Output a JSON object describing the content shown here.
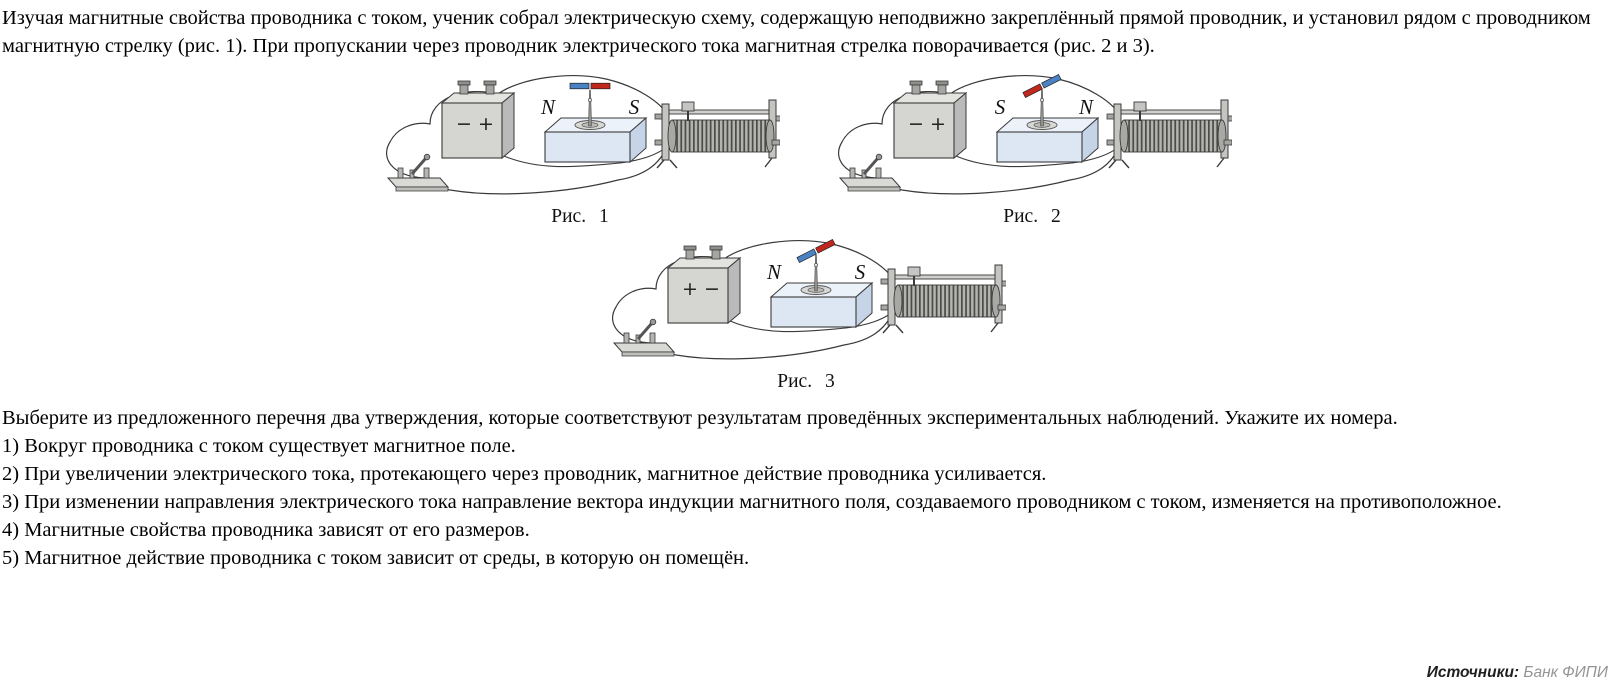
{
  "intro": "Изучая магнитные свойства проводника с током, ученик собрал электрическую схему, содержащую неподвижно закреплённый прямой проводник, и установил рядом с проводником магнитную стрелку (рис. 1). При пропускании через проводник электрического тока магнитная стрелка поворачивается (рис. 2 и 3).",
  "figures": [
    {
      "caption": "Рис. 1",
      "labels": {
        "left": "N",
        "right": "S"
      },
      "needle": {
        "left_color": "blue",
        "right_color": "red",
        "angle": 0
      },
      "battery": {
        "left_sign": "−",
        "right_sign": "+"
      }
    },
    {
      "caption": "Рис. 2",
      "labels": {
        "left": "S",
        "right": "N"
      },
      "needle": {
        "left_color": "red",
        "right_color": "blue",
        "angle": -27
      },
      "battery": {
        "left_sign": "−",
        "right_sign": "+"
      }
    },
    {
      "caption": "Рис. 3",
      "labels": {
        "left": "N",
        "right": "S"
      },
      "needle": {
        "left_color": "blue",
        "right_color": "red",
        "angle": -27
      },
      "battery": {
        "left_sign": "+",
        "right_sign": "−"
      }
    }
  ],
  "question": "Выберите из предложенного перечня два утверждения, которые соответствуют результатам проведённых экспериментальных наблюдений. Укажите их номера.",
  "options": [
    "1) Вокруг проводника с током существует магнитное поле.",
    "2) При увеличении электрического тока, протекающего через проводник, магнитное действие проводника усиливается.",
    "3) При изменении направления электрического тока направление вектора индукции магнитного поля, создаваемого проводником с током, изменяется на противоположное.",
    "4) Магнитные свойства проводника зависят от его размеров.",
    "5) Магнитное действие проводника с током зависит от среды, в которую он помещён."
  ],
  "source": {
    "label": "Источники:",
    "value": "Банк ФИПИ"
  },
  "colors": {
    "needle_blue": "#4a82c4",
    "needle_red": "#c1271c"
  }
}
